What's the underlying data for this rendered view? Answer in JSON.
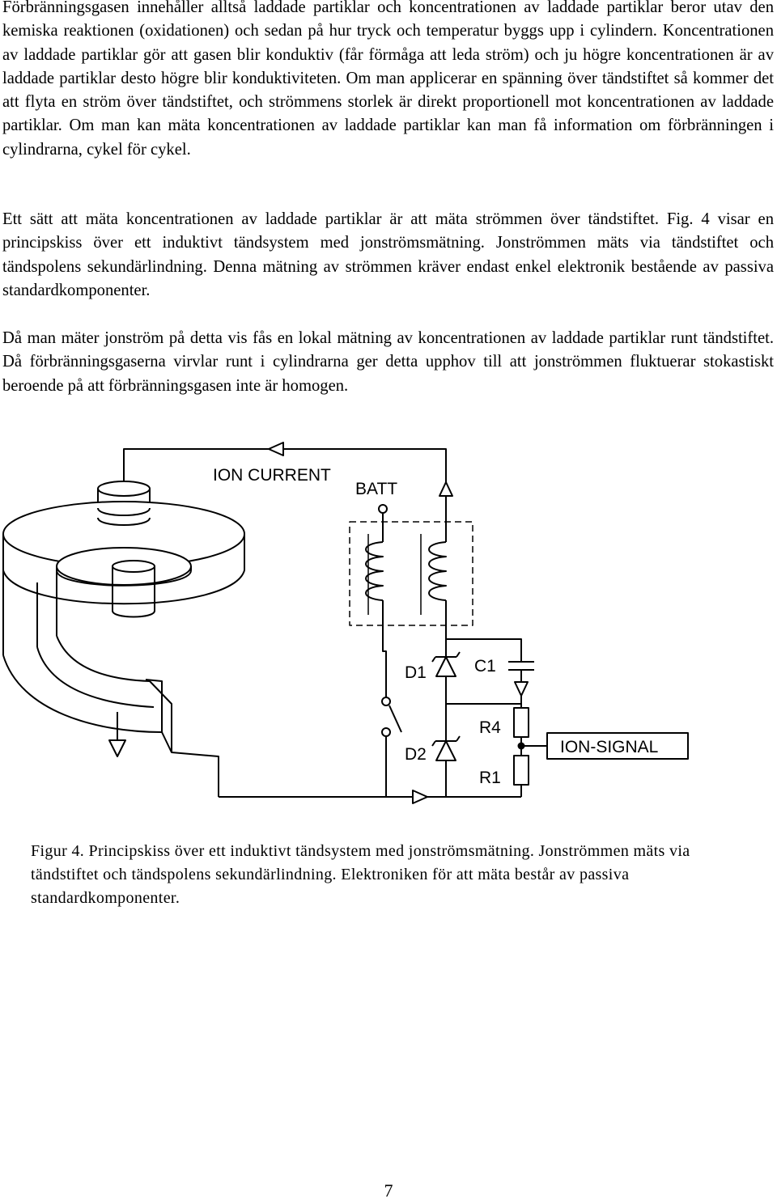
{
  "paragraphs": [
    "Förbränningsgasen innehåller alltså laddade partiklar och koncentrationen av laddade partiklar beror utav den kemiska reaktionen (oxidationen) och sedan på hur tryck och temperatur byggs upp i cylindern. Koncentrationen av laddade partiklar gör att gasen blir konduktiv (får förmåga att leda ström) och ju högre koncentrationen är av laddade partiklar desto högre blir konduktiviteten. Om man applicerar en spänning över tändstiftet så kommer det att flyta en ström över tändstiftet, och strömmens storlek är direkt proportionell mot koncentrationen av laddade partiklar. Om man kan mäta koncentrationen av laddade partiklar kan man få information om förbränningen i cylindrarna, cykel för cykel.",
    "Ett sätt att mäta koncentrationen av laddade partiklar är att mäta strömmen över tändstiftet. Fig. 4 visar en principskiss över ett induktivt tändsystem med jonströmsmätning. Jonströmmen mäts via tändstiftet och tändspolens sekundärlindning. Denna mätning av strömmen kräver endast enkel elektronik bestående av passiva standardkomponenter.",
    "Då man mäter jonström på detta vis fås en lokal mätning av koncentrationen av laddade partiklar runt tändstiftet. Då förbränningsgaserna virvlar runt i cylindrarna ger detta upphov till att jonströmmen fluktuerar stokastiskt beroende på att förbränningsgasen inte är homogen."
  ],
  "figure": {
    "labels": {
      "ion_current": "ION CURRENT",
      "batt": "BATT",
      "d1": "D1",
      "c1": "C1",
      "r4": "R4",
      "d2": "D2",
      "r1": "R1",
      "ion_signal": "ION-SIGNAL"
    },
    "caption": "Figur 4. Principskiss över ett induktivt tändsystem med jonströmsmätning. Jonströmmen mäts via tändstiftet och tändspolens sekundärlindning. Elektroniken för att mäta består av passiva standardkomponenter."
  },
  "page_number": "7"
}
